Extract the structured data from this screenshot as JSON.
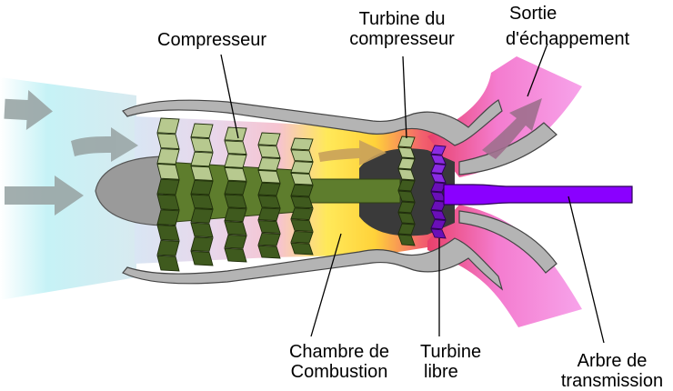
{
  "labels": {
    "compresseur": "Compresseur",
    "turbine_compresseur": [
      "Turbine du",
      "compresseur"
    ],
    "sortie_echappement": [
      "Sortie",
      "d'échappement"
    ],
    "chambre_combustion": [
      "Chambre de",
      "Combustion"
    ],
    "turbine_libre": [
      "Turbine",
      "libre"
    ],
    "arbre_transmission": [
      "Arbre de",
      "transmission"
    ]
  },
  "colors": {
    "intake_air": "#bff3f8",
    "arrow": "#9aa6a6",
    "compressor_blade": "#3f5a1e",
    "compressor_shaft": "#5e7d2d",
    "combustion": "#ffee22",
    "hot_section": "#f0506a",
    "exhaust": "#f58ee0",
    "free_turbine": "#8a2be2",
    "output_shaft": "#8a00ff",
    "casing": "#a9a9a9"
  }
}
